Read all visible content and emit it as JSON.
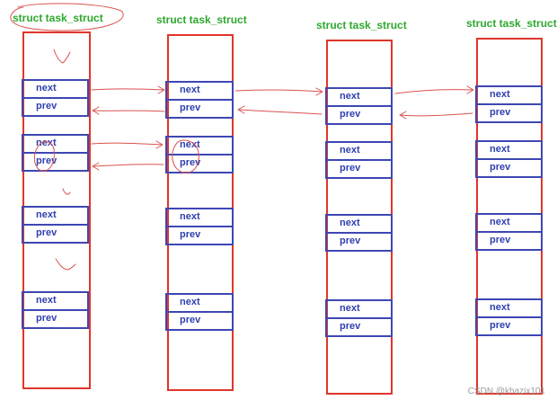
{
  "structs": [
    {
      "title": "struct task_struct",
      "nodes": [
        {
          "next": "next",
          "prev": "prev"
        },
        {
          "next": "next",
          "prev": "prev"
        },
        {
          "next": "next",
          "prev": "prev"
        },
        {
          "next": "next",
          "prev": "prev"
        }
      ]
    },
    {
      "title": "struct task_struct",
      "nodes": [
        {
          "next": "next",
          "prev": "prev"
        },
        {
          "next": "next",
          "prev": "prev"
        },
        {
          "next": "next",
          "prev": "prev"
        },
        {
          "next": "next",
          "prev": "prev"
        }
      ]
    },
    {
      "title": "struct task_struct",
      "nodes": [
        {
          "next": "next",
          "prev": "prev"
        },
        {
          "next": "next",
          "prev": "prev"
        },
        {
          "next": "next",
          "prev": "prev"
        },
        {
          "next": "next",
          "prev": "prev"
        }
      ]
    },
    {
      "title": "struct task_struct",
      "nodes": [
        {
          "next": "next",
          "prev": "prev"
        },
        {
          "next": "next",
          "prev": "prev"
        },
        {
          "next": "next",
          "prev": "prev"
        },
        {
          "next": "next",
          "prev": "prev"
        }
      ]
    }
  ],
  "watermark": "CSDN @khazix101",
  "colors": {
    "struct_border": "#e0352b",
    "field_border": "#3d47b3",
    "title": "#2ea82e",
    "field_text": "#2f3fb0",
    "annotation": "#d9534f"
  }
}
